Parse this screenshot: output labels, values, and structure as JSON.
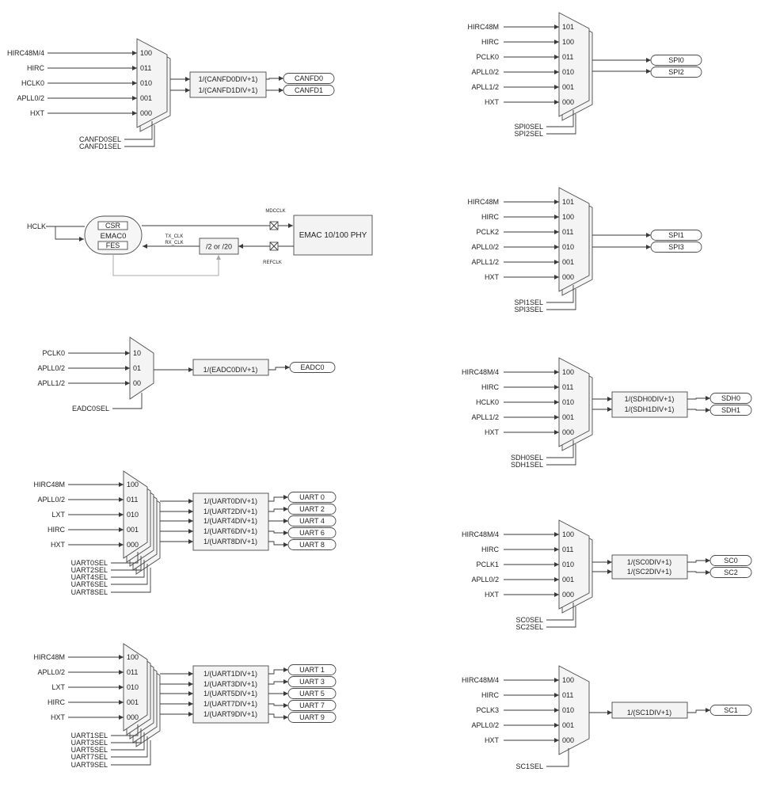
{
  "mux_blocks": [
    {
      "id": "canfd",
      "inputs": [
        "HIRC48M/4",
        "HIRC",
        "HCLK0",
        "APLL0/2",
        "HXT"
      ],
      "codes": [
        "100",
        "011",
        "010",
        "001",
        "000"
      ],
      "dividers": [
        "1/(CANFD0DIV+1)",
        "1/(CANFD1DIV+1)"
      ],
      "outputs": [
        "CANFD0",
        "CANFD1"
      ],
      "selects": [
        "CANFD0SEL",
        "CANFD1SEL"
      ]
    },
    {
      "id": "eadc",
      "inputs": [
        "PCLK0",
        "APLL0/2",
        "APLL1/2"
      ],
      "codes": [
        "10",
        "01",
        "00"
      ],
      "dividers": [
        "1/(EADC0DIV+1)"
      ],
      "outputs": [
        "EADC0"
      ],
      "selects": [
        "EADC0SEL"
      ]
    },
    {
      "id": "uart-even",
      "inputs": [
        "HIRC48M",
        "APLL0/2",
        "LXT",
        "HIRC",
        "HXT"
      ],
      "codes": [
        "100",
        "011",
        "010",
        "001",
        "000"
      ],
      "dividers": [
        "1/(UART0DIV+1)",
        "1/(UART2DIV+1)",
        "1/(UART4DIV+1)",
        "1/(UART6DIV+1)",
        "1/(UART8DIV+1)"
      ],
      "outputs": [
        "UART 0",
        "UART 2",
        "UART 4",
        "UART 6",
        "UART 8"
      ],
      "selects": [
        "UART0SEL",
        "UART2SEL",
        "UART4SEL",
        "UART6SEL",
        "UART8SEL"
      ]
    },
    {
      "id": "uart-odd",
      "inputs": [
        "HIRC48M",
        "APLL0/2",
        "LXT",
        "HIRC",
        "HXT"
      ],
      "codes": [
        "100",
        "011",
        "010",
        "001",
        "000"
      ],
      "dividers": [
        "1/(UART1DIV+1)",
        "1/(UART3DIV+1)",
        "1/(UART5DIV+1)",
        "1/(UART7DIV+1)",
        "1/(UART9DIV+1)"
      ],
      "outputs": [
        "UART 1",
        "UART 3",
        "UART 5",
        "UART 7",
        "UART 9"
      ],
      "selects": [
        "UART1SEL",
        "UART3SEL",
        "UART5SEL",
        "UART7SEL",
        "UART9SEL"
      ]
    },
    {
      "id": "spi02",
      "inputs": [
        "HIRC48M",
        "HIRC",
        "PCLK0",
        "APLL0/2",
        "APLL1/2",
        "HXT"
      ],
      "codes": [
        "101",
        "100",
        "011",
        "010",
        "001",
        "000"
      ],
      "dividers": [],
      "outputs": [
        "SPI0",
        "SPI2"
      ],
      "selects": [
        "SPI0SEL",
        "SPI2SEL"
      ]
    },
    {
      "id": "spi13",
      "inputs": [
        "HIRC48M",
        "HIRC",
        "PCLK2",
        "APLL0/2",
        "APLL1/2",
        "HXT"
      ],
      "codes": [
        "101",
        "100",
        "011",
        "010",
        "001",
        "000"
      ],
      "dividers": [],
      "outputs": [
        "SPI1",
        "SPI3"
      ],
      "selects": [
        "SPI1SEL",
        "SPI3SEL"
      ]
    },
    {
      "id": "sdh",
      "inputs": [
        "HIRC48M/4",
        "HIRC",
        "HCLK0",
        "APLL1/2",
        "HXT"
      ],
      "codes": [
        "100",
        "011",
        "010",
        "001",
        "000"
      ],
      "dividers": [
        "1/(SDH0DIV+1)",
        "1/(SDH1DIV+1)"
      ],
      "outputs": [
        "SDH0",
        "SDH1"
      ],
      "selects": [
        "SDH0SEL",
        "SDH1SEL"
      ]
    },
    {
      "id": "sc02",
      "inputs": [
        "HIRC48M/4",
        "HIRC",
        "PCLK1",
        "APLL0/2",
        "HXT"
      ],
      "codes": [
        "100",
        "011",
        "010",
        "001",
        "000"
      ],
      "dividers": [
        "1/(SC0DIV+1)",
        "1/(SC2DIV+1)"
      ],
      "outputs": [
        "SC0",
        "SC2"
      ],
      "selects": [
        "SC0SEL",
        "SC2SEL"
      ]
    },
    {
      "id": "sc1",
      "inputs": [
        "HIRC48M/4",
        "HIRC",
        "PCLK3",
        "APLL0/2",
        "HXT"
      ],
      "codes": [
        "100",
        "011",
        "010",
        "001",
        "000"
      ],
      "dividers": [
        "1/(SC1DIV+1)"
      ],
      "outputs": [
        "SC1"
      ],
      "selects": [
        "SC1SEL"
      ]
    }
  ],
  "emac": {
    "hclk": "HCLK",
    "csr": "CSR",
    "name": "EMAC0",
    "fes": "FES",
    "mdcclk": "MDCCLK",
    "tx_clk": "TX_CLK",
    "rx_clk": "RX_CLK",
    "divider": "/2 or /20",
    "refclk": "REFCLK",
    "phy": "EMAC 10/100 PHY"
  }
}
